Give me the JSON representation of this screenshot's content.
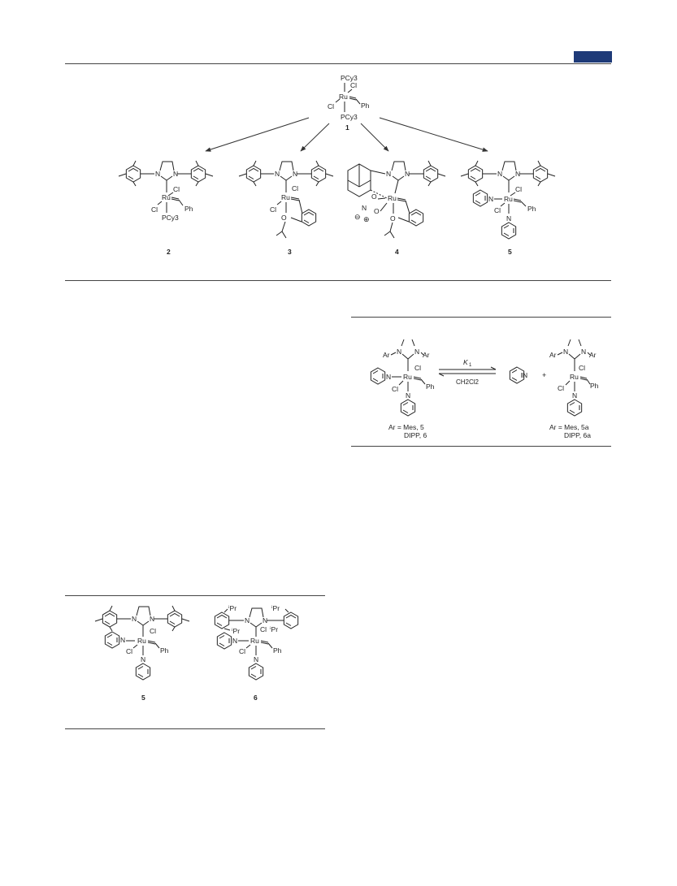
{
  "header": {
    "accent_color": "#1e3a78"
  },
  "figure_top": {
    "parent": {
      "number": "1",
      "labels": {
        "top": "PCy3",
        "cl_up": "Cl",
        "metal": "Ru",
        "cl_left": "Cl",
        "ph": "Ph",
        "bottom": "PCy3"
      }
    },
    "products": [
      {
        "number": "2",
        "labels": {
          "n1": "N",
          "n2": "N",
          "cl1": "Cl",
          "metal": "Ru",
          "cl2": "Cl",
          "ph": "Ph",
          "ligand": "PCy3"
        }
      },
      {
        "number": "3",
        "labels": {
          "n1": "N",
          "n2": "N",
          "cl1": "Cl",
          "metal": "Ru",
          "cl2": "Cl",
          "o": "O"
        }
      },
      {
        "number": "4",
        "labels": {
          "n1": "N",
          "n2": "N",
          "metal": "Ru",
          "o1": "O",
          "no": "N",
          "o2": "O",
          "minus": "⊖",
          "plus": "⊕",
          "o3": "O"
        }
      },
      {
        "number": "5",
        "labels": {
          "n1": "N",
          "n2": "N",
          "cl1": "Cl",
          "metal": "Ru",
          "npy": "N",
          "cl2": "Cl",
          "ph": "Ph",
          "npy2": "N"
        }
      }
    ]
  },
  "scheme_right": {
    "left": {
      "ar1": "Ar",
      "n1": "N",
      "n2": "N",
      "ar2": "Ar",
      "cl1": "Cl",
      "npy": "N",
      "metal": "Ru",
      "cl2": "Cl",
      "ph": "Ph",
      "npy2": "N"
    },
    "k": "K",
    "k_sub": "1",
    "solvent": "CH2Cl2",
    "free_py": "N",
    "plus": "+",
    "right": {
      "ar1": "Ar",
      "n1": "N",
      "n2": "N",
      "ar2": "Ar",
      "cl1": "Cl",
      "metal": "Ru",
      "cl2": "Cl",
      "ph": "Ph",
      "npy": "N"
    },
    "caption_left_1": "Ar = Mes, 5",
    "caption_left_2": "DIPP, 6",
    "caption_right_1": "Ar = Mes, 5a",
    "caption_right_2": "DIPP, 6a"
  },
  "figure_bottom": {
    "items": [
      {
        "number": "5",
        "labels": {
          "n1": "N",
          "n2": "N",
          "cl1": "Cl",
          "npy": "N",
          "metal": "Ru",
          "cl2": "Cl",
          "ph": "Ph",
          "npy2": "N"
        }
      },
      {
        "number": "6",
        "labels": {
          "ipr1": "ⁱPr",
          "ipr2": "ⁱPr",
          "n1": "N",
          "n2": "N",
          "ipr3": "ⁱPr",
          "cl1": "Cl",
          "ipr4": "ⁱPr",
          "npy": "N",
          "metal": "Ru",
          "cl2": "Cl",
          "ph": "Ph",
          "npy2": "N"
        }
      }
    ]
  }
}
